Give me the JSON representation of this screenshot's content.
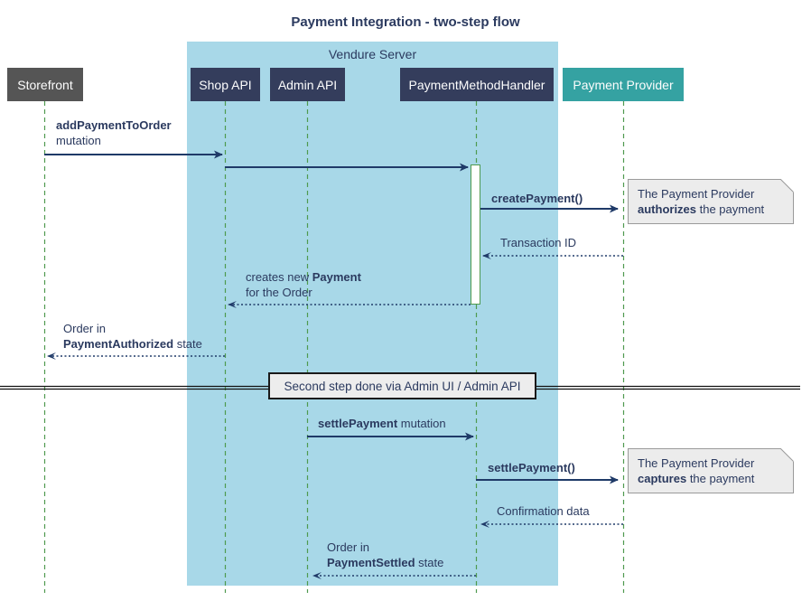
{
  "title": "Payment Integration - two-step flow",
  "frame": {
    "label": "Vendure Server"
  },
  "participants": [
    {
      "name": "storefront",
      "label": "Storefront"
    },
    {
      "name": "shop-api",
      "label": "Shop API"
    },
    {
      "name": "admin-api",
      "label": "Admin API"
    },
    {
      "name": "payment-method-handler",
      "label": "PaymentMethodHandler"
    },
    {
      "name": "payment-provider",
      "label": "Payment Provider"
    }
  ],
  "messages": {
    "add_payment": {
      "bold": "addPaymentToOrder",
      "rest": "mutation"
    },
    "create_payment": {
      "bold": "createPayment()"
    },
    "transaction_id": {
      "text": "Transaction ID"
    },
    "creates_payment": {
      "pre": "creates new ",
      "bold": "Payment",
      "line2": "for the Order"
    },
    "order_authorized": {
      "line1": "Order in",
      "bold": "PaymentAuthorized",
      "rest": " state"
    },
    "settle_payment_mutation": {
      "bold": "settlePayment",
      "rest": " mutation"
    },
    "settle_payment_call": {
      "bold": "settlePayment()"
    },
    "confirmation_data": {
      "text": "Confirmation data"
    },
    "order_settled": {
      "line1": "Order in",
      "bold": "PaymentSettled",
      "rest": " state"
    }
  },
  "divider": {
    "label": "Second step done via Admin UI / Admin API"
  },
  "notes": {
    "authorize": {
      "line1": "The Payment Provider",
      "bold": "authorizes",
      "rest": " the payment"
    },
    "capture": {
      "line1": "The Payment Provider",
      "bold": "captures",
      "rest": " the payment"
    }
  },
  "colors": {
    "participant_navy": "#343d5c",
    "participant_gray": "#555555",
    "participant_teal": "#35a2a2",
    "frame_blue": "#a8d8e8",
    "lifeline_green": "#4f9a4f",
    "arrow_navy": "#1f3a68",
    "text_navy": "#2b3a5f",
    "note_bg": "#ececec",
    "divider_bg": "#ededed"
  }
}
